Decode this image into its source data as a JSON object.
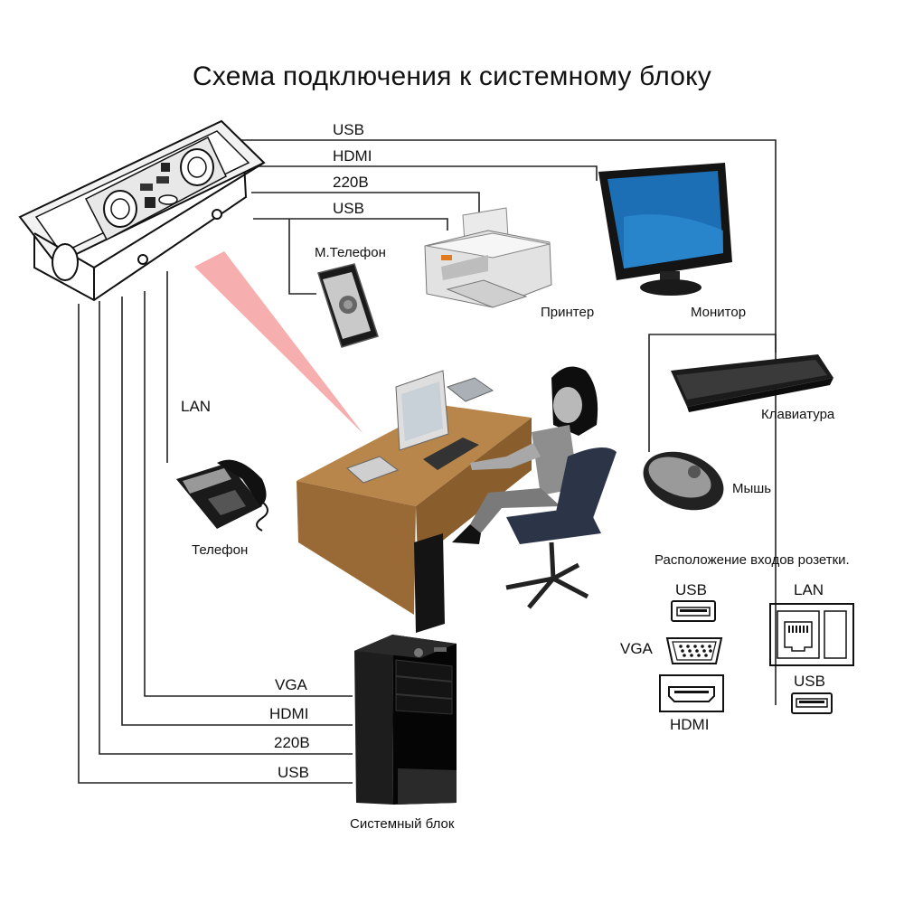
{
  "title": "Схема подключения к системному блоку",
  "cable_labels": {
    "top_usb": "USB",
    "top_hdmi": "HDMI",
    "top_220": "220В",
    "top_usb2": "USB",
    "lan": "LAN",
    "bottom_vga": "VGA",
    "bottom_hdmi": "HDMI",
    "bottom_220": "220В",
    "bottom_usb": "USB"
  },
  "devices": {
    "mobile_phone": "М.Телефон",
    "printer": "Принтер",
    "monitor": "Монитор",
    "keyboard": "Клавиатура",
    "mouse": "Мышь",
    "telephone": "Телефон",
    "system_unit": "Системный блок"
  },
  "legend": {
    "title": "Расположение входов розетки.",
    "usb_left": "USB",
    "vga": "VGA",
    "hdmi": "HDMI",
    "lan": "LAN",
    "usb_right": "USB"
  },
  "colors": {
    "line": "#222222",
    "beam": "#f4a0a0",
    "desk": "#b8854a",
    "desk_side": "#8a5e2c",
    "monitor_screen": "#1d6fb5",
    "dark": "#1a1a1a"
  }
}
